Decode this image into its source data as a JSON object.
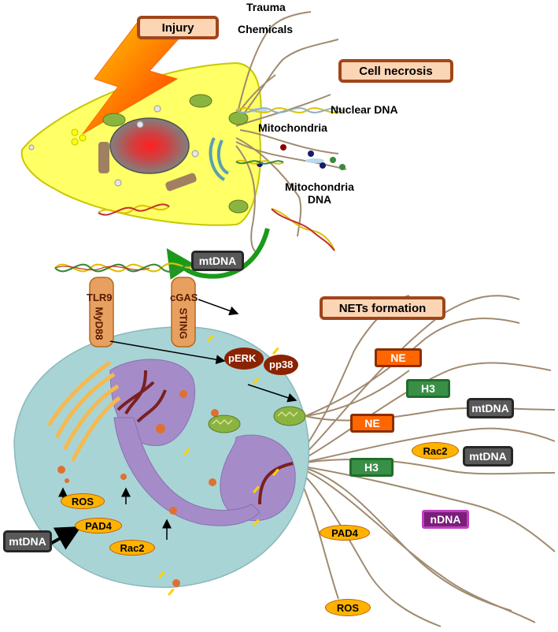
{
  "top_labels": {
    "trauma": "Trauma",
    "chemicals": "Chemicals",
    "injury": "Injury",
    "cell_necrosis": "Cell necrosis",
    "nuclear_dna": "Nuclear DNA",
    "mitochondria": "Mitochondria",
    "mitochondria_dna_line1": "Mitochondria",
    "mitochondria_dna_line2": "DNA"
  },
  "receptors": {
    "mtdna_top": "mtDNA",
    "tlr9": "TLR9",
    "myd88": "MyD88",
    "cgas": "cGAS",
    "sting": "STING"
  },
  "signaling": {
    "perk": "pERK",
    "pp38": "pp38"
  },
  "nets": {
    "title": "NETs formation",
    "ne_1": "NE",
    "h3_1": "H3",
    "mtdna_1": "mtDNA",
    "ne_2": "NE",
    "rac2_out": "Rac2",
    "mtdna_2": "mtDNA",
    "h3_2": "H3",
    "ndna": "nDNA",
    "pad4_out": "PAD4",
    "ros_out": "ROS"
  },
  "inside_cell": {
    "ros": "ROS",
    "pad4": "PAD4",
    "rac2": "Rac2",
    "mtdna_input": "mtDNA"
  },
  "colors": {
    "cell_yellow": "#ffff66",
    "neutrophil": "#a9d4d6",
    "nucleus": "#a58cc9",
    "accent_orange": "#ff6600",
    "green_arrow": "#1a9a1a",
    "fiber": "#a08a70"
  }
}
